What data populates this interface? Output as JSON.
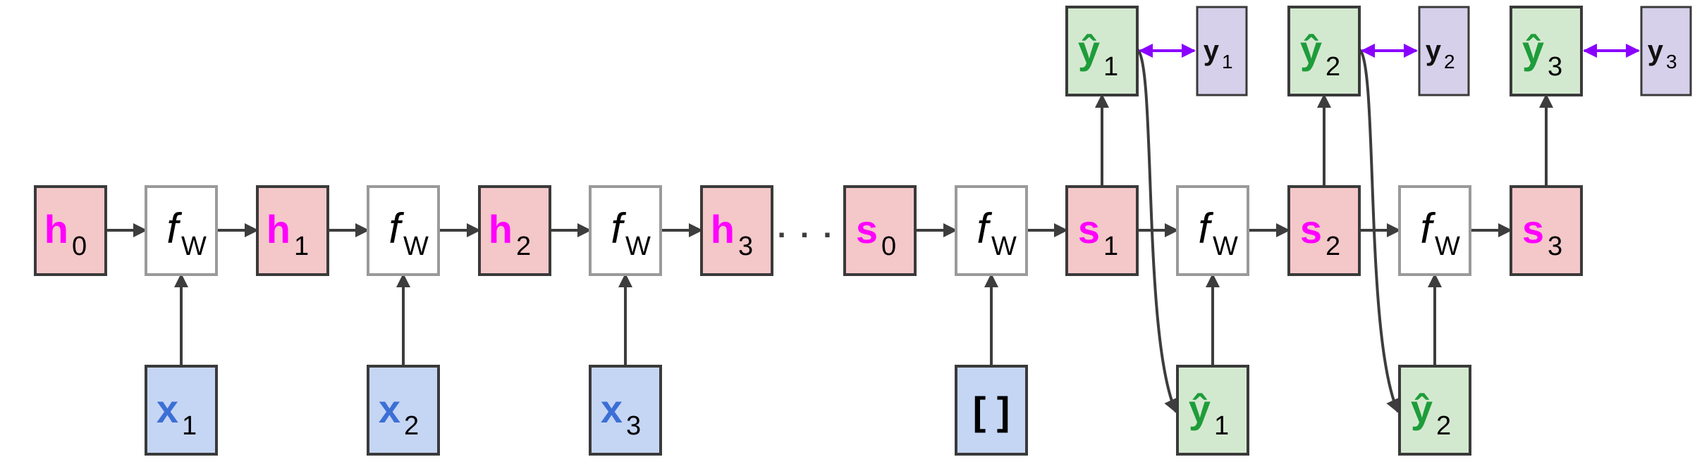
{
  "colors": {
    "hidden_fill": "#f4c7c9",
    "input_fill": "#c5d5f4",
    "output_fill": "#d3e9cf",
    "target_fill": "#d6d0ea",
    "func_fill": "#ffffff",
    "hidden_text": "#ff00ff",
    "input_text": "#3c6fd6",
    "output_text": "#1e9c3a",
    "target_text": "#111111",
    "border": "#3a3a3a",
    "func_border": "#9a9a9a",
    "arrow": "#3d3d3d",
    "loss_arrow": "#8a00ff"
  },
  "encoder": {
    "hidden": [
      {
        "main": "h",
        "sub": "0"
      },
      {
        "main": "h",
        "sub": "1"
      },
      {
        "main": "h",
        "sub": "2"
      },
      {
        "main": "h",
        "sub": "3"
      }
    ],
    "function": {
      "main": "f",
      "sub": "W"
    },
    "inputs": [
      {
        "main": "x",
        "sub": "1"
      },
      {
        "main": "x",
        "sub": "2"
      },
      {
        "main": "x",
        "sub": "3"
      }
    ],
    "ellipsis": ". . ."
  },
  "decoder": {
    "states": [
      {
        "main": "s",
        "sub": "0"
      },
      {
        "main": "s",
        "sub": "1"
      },
      {
        "main": "s",
        "sub": "2"
      },
      {
        "main": "s",
        "sub": "3"
      }
    ],
    "function": {
      "main": "f",
      "sub": "W"
    },
    "start_input": "[ ]",
    "predictions": [
      {
        "main": "ŷ",
        "sub": "1"
      },
      {
        "main": "ŷ",
        "sub": "2"
      },
      {
        "main": "ŷ",
        "sub": "3"
      }
    ],
    "fed_inputs": [
      {
        "main": "ŷ",
        "sub": "1"
      },
      {
        "main": "ŷ",
        "sub": "2"
      }
    ],
    "targets": [
      {
        "main": "y",
        "sub": "1"
      },
      {
        "main": "y",
        "sub": "2"
      },
      {
        "main": "y",
        "sub": "3"
      }
    ]
  }
}
